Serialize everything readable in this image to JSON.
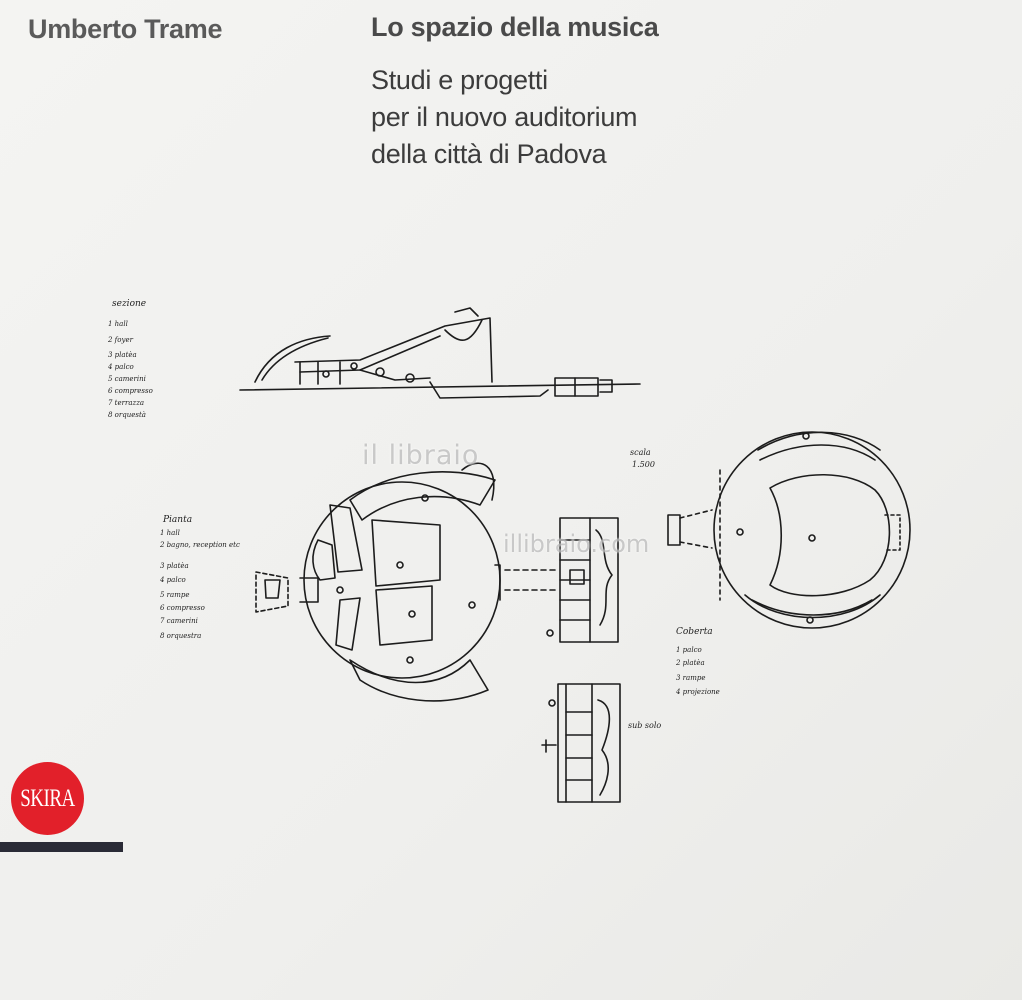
{
  "book": {
    "author": "Umberto Trame",
    "title": "Lo spazio della musica",
    "subtitle_lines": [
      "Studi e progetti",
      "per il nuovo auditorium",
      "della città di Padova"
    ],
    "publisher": "SKIRA"
  },
  "sketch": {
    "sezione": {
      "heading": "sezione",
      "items": [
        "1 hall",
        "2 foyer",
        "3 platèa",
        "4 palco",
        "5 camerini",
        "6 compresso",
        "7 terrazza",
        "8 orquestà"
      ]
    },
    "pianta": {
      "heading": "Pianta",
      "items": [
        "1 hall",
        "2 bagno, reception etc",
        "3 platèa",
        "4 palco",
        "5 rampe",
        "6 compresso",
        "7 camerini",
        "8 orquestra"
      ]
    },
    "scala": {
      "label": "scala",
      "value": "1.500"
    },
    "copertura": {
      "heading": "Coberta",
      "items": [
        "1 palco",
        "2 platèa",
        "3 rampe",
        "4 projezione"
      ]
    },
    "sottosuolo_label": "sub solo"
  },
  "watermark": {
    "line1": "il libraio",
    "line2": "illibraio.com"
  },
  "colors": {
    "logo_red": "#e2202a",
    "bar_dark": "#2a2b36",
    "paper": "#f1f1ef"
  }
}
